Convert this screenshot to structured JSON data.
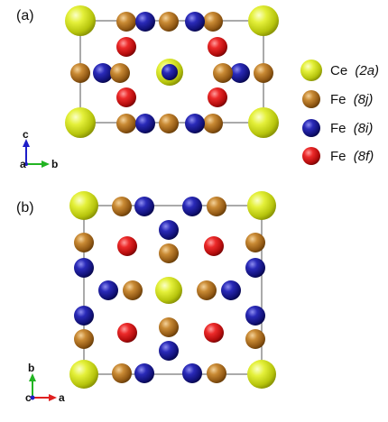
{
  "panels": {
    "a": {
      "label": "(a)",
      "axes": {
        "vertical": "c",
        "horizontal": "b",
        "origin": "a"
      }
    },
    "b": {
      "label": "(b)",
      "axes": {
        "vertical": "b",
        "horizontal": "a",
        "origin": "c"
      }
    }
  },
  "legend": [
    {
      "element": "Ce",
      "site": "(2a)",
      "color": "#d8ea1c"
    },
    {
      "element": "Fe",
      "site": "(8j)",
      "color": "#b8731c"
    },
    {
      "element": "Fe",
      "site": "(8i)",
      "color": "#1c1c9a"
    },
    {
      "element": "Fe",
      "site": "(8f)",
      "color": "#e01818"
    }
  ],
  "colors": {
    "Ce": "#d8ea1c",
    "Fe8j": "#b8731c",
    "Fe8i": "#1c1c9a",
    "Fe8f": "#e01818",
    "axis_vertical_top": "#1e1ec8",
    "axis_horizontal_top": "#22b422",
    "axis_vertical_bottom": "#22b422",
    "axis_horizontal_bottom": "#e02020"
  }
}
